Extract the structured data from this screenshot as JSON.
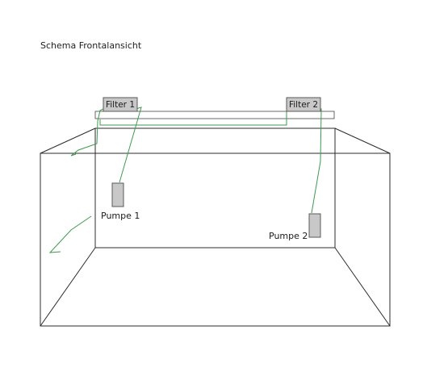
{
  "title": "Schema Frontalansicht",
  "filters": [
    {
      "label": "Filter 1"
    },
    {
      "label": "Filter 2"
    }
  ],
  "pumps": [
    {
      "label": "Pumpe 1"
    },
    {
      "label": "Pumpe 2"
    }
  ],
  "colors": {
    "outline": "#2b2b2b",
    "hose": "#3e9a4e",
    "device_fill": "#c8c8c8",
    "device_stroke": "#5a5a5a"
  }
}
